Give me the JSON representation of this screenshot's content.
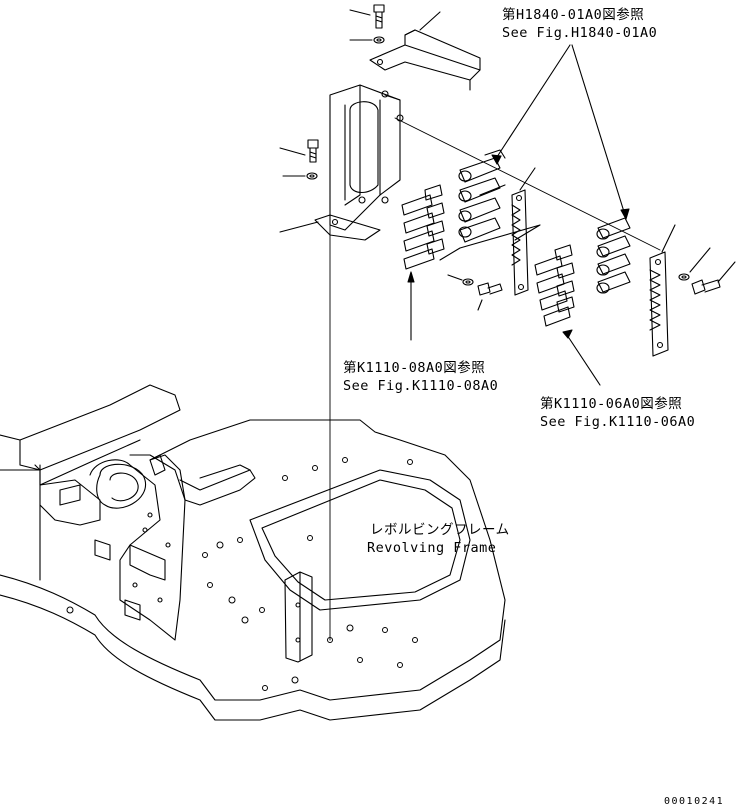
{
  "callouts": {
    "h1840": {
      "jp": "第H1840-01A0図参照",
      "en": "See Fig.H1840-01A0"
    },
    "k1110_08": {
      "jp": "第K1110-08A0図参照",
      "en": "See Fig.K1110-08A0"
    },
    "k1110_06": {
      "jp": "第K1110-06A0図参照",
      "en": "See Fig.K1110-06A0"
    },
    "frame": {
      "jp": "レボルビングフレーム",
      "en": "Revolving Frame"
    }
  },
  "drawing_code": "00010241"
}
